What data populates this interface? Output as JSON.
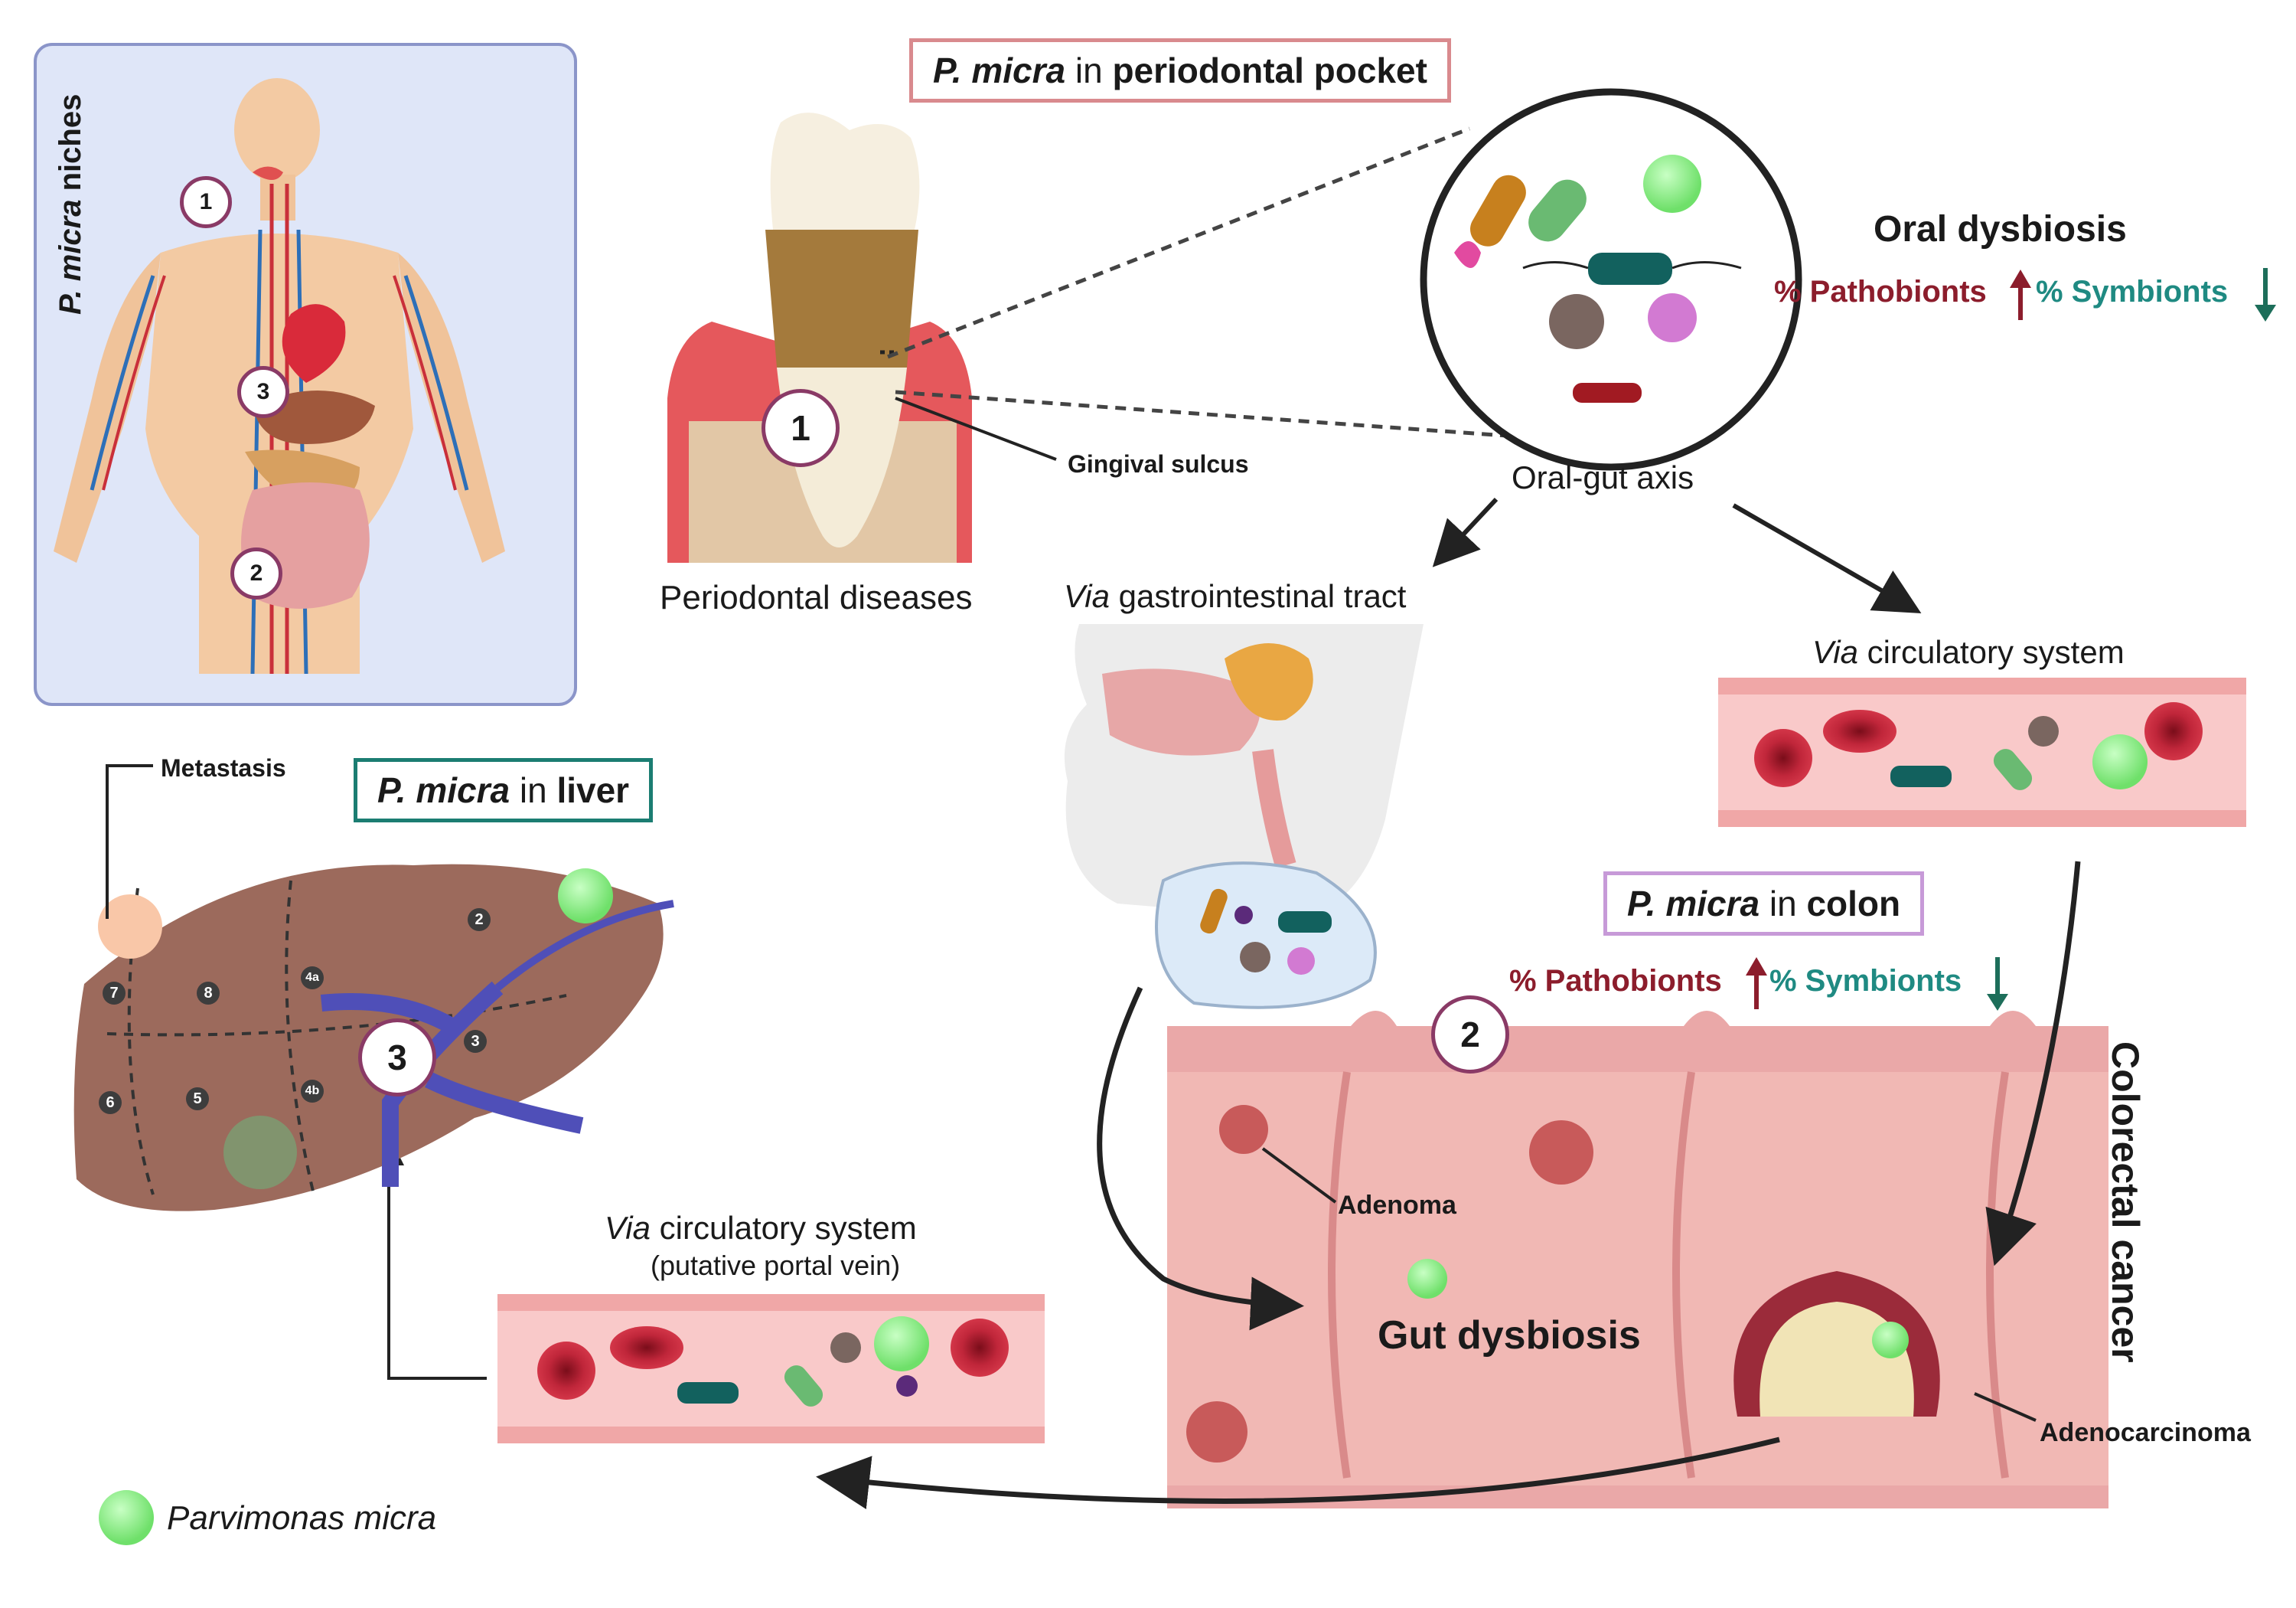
{
  "niches_panel": {
    "title_italic": "P. micra",
    "title_rest": " niches",
    "markers": [
      "1",
      "3",
      "2"
    ]
  },
  "periodontal": {
    "label_italic": "P. micra",
    "label_rest_1": " in ",
    "label_bold": "periodontal pocket",
    "marker": "1",
    "sulcus_label": "Gingival sulcus",
    "caption": "Periodontal diseases"
  },
  "oral_dysbiosis": {
    "title": "Oral dysbiosis",
    "pathobionts": "% Pathobionts",
    "symbionts": "% Symbionts"
  },
  "axis_label": "Oral-gut axis",
  "gi_route": {
    "via": "Via",
    "rest": " gastrointestinal tract"
  },
  "circ_route": {
    "via": "Via",
    "rest": " circulatory system"
  },
  "colon": {
    "label_italic": "P. micra",
    "label_rest_1": " in ",
    "label_bold": "colon",
    "pathobionts": "% Pathobionts",
    "symbionts": "% Symbionts",
    "marker": "2",
    "side_label": "Colorectal cancer",
    "adenoma": "Adenoma",
    "adenocarcinoma": "Adenocarcinoma",
    "gut_dysbiosis": "Gut dysbiosis"
  },
  "liver": {
    "label_italic": "P. micra",
    "label_rest_1": " in ",
    "label_bold": "liver",
    "metastasis": "Metastasis",
    "marker": "3",
    "segments": [
      "2",
      "4a",
      "8",
      "7",
      "3",
      "6",
      "5",
      "4b"
    ]
  },
  "portal": {
    "via": "Via",
    "rest": " circulatory system",
    "sub": "(putative portal vein)"
  },
  "legend": {
    "label": "Parvimonas micra"
  },
  "colors": {
    "pathobiont": "#8c1d2c",
    "symbiont": "#1f8a82",
    "periodontal_border": "#d98a8e",
    "liver_border": "#1b7d72",
    "colon_border": "#c79ad8",
    "marker_border": "#8a3a66",
    "p_micra_green": "#7ee87a"
  }
}
